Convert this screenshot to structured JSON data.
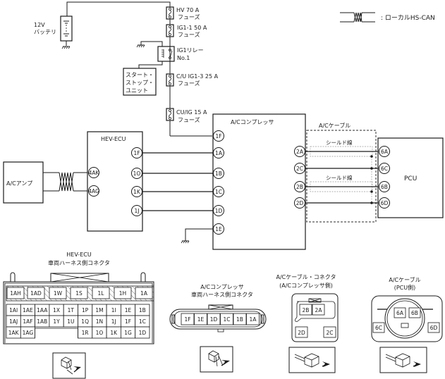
{
  "legend": {
    "symbol": "twisted-pair-icon",
    "label": ": ローカルHS-CAN"
  },
  "power": {
    "battery": {
      "line1": "12V",
      "line2": "バッテリ"
    },
    "fuses": [
      {
        "name": "HV 70 A",
        "sub": "フューズ"
      },
      {
        "name": "IG1-1 50 A",
        "sub": "フューズ"
      },
      {
        "name": "C/U IG1-3 25 A",
        "sub": "フューズ"
      },
      {
        "name": "CU/IG 15 A",
        "sub": "フューズ"
      }
    ],
    "relay": {
      "line1": "IG1リレー",
      "line2": "No.1"
    },
    "start_stop": {
      "line1": "スタート・",
      "line2": "ストップ・",
      "line3": "ユニット"
    }
  },
  "components": {
    "ac_amp": "A/Cアンプ",
    "hev_ecu": "HEV-ECU",
    "ac_compressor": "A/Cコンプレッサ",
    "ac_cable": "A/Cケーブル",
    "shield_label": "シールド線",
    "pcu": "PCU"
  },
  "pins": {
    "hev_ecu_left": [
      "4AK",
      "4AG"
    ],
    "hev_ecu_right": [
      "1F",
      "1O",
      "1K",
      "1J"
    ],
    "compressor_left": [
      "1F",
      "1A",
      "1B",
      "1C",
      "1D",
      "1E"
    ],
    "compressor_right": [
      "2A",
      "2C",
      "2B",
      "2D"
    ],
    "pcu_left": [
      "6A",
      "6C",
      "6B",
      "6D"
    ]
  },
  "connectors": {
    "hev_ecu": {
      "title1": "HEV-ECU",
      "title2": "車両ハーネス側コネクタ",
      "top_row": [
        "1AH",
        "1AD",
        "1W",
        "1S",
        "1L",
        "1H",
        "1A"
      ],
      "rows": [
        [
          "1AI",
          "1AE",
          "1AA",
          "1X",
          "1T",
          "1P",
          "1M",
          "1I",
          "1E",
          "1B"
        ],
        [
          "1AJ",
          "1AF",
          "1AB",
          "1Y",
          "1U",
          "1Q",
          "1N",
          "1J",
          "1F",
          "1C"
        ],
        [
          "1AK",
          "1AG",
          "",
          "",
          "",
          "1R",
          "1O",
          "1K",
          "1G",
          "1D"
        ]
      ]
    },
    "compressor": {
      "title1": "A/Cコンプレッサ",
      "title2": "車両ハーネス側コネクタ",
      "pins": [
        "1F",
        "1E",
        "1D",
        "1C",
        "1B",
        "1A"
      ]
    },
    "cable_compressor_side": {
      "title1": "A/Cケーブル・コネクタ",
      "title2": "(A/Cコンプレッサ側)",
      "pins": [
        "2B",
        "2A",
        "2D",
        "2C"
      ]
    },
    "cable_pcu_side": {
      "title1": "A/Cケーブル",
      "title2": "(PCU側)",
      "pins": [
        "6A",
        "6B",
        "6C",
        "6D"
      ]
    }
  }
}
